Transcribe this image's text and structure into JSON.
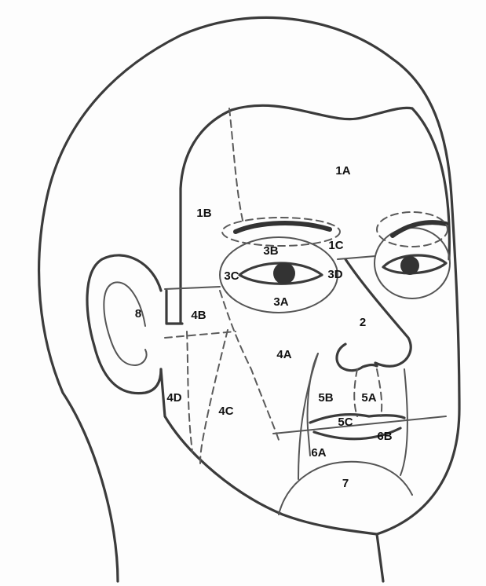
{
  "zones": [
    {
      "id": "1A",
      "label": "1A"
    },
    {
      "id": "1B",
      "label": "1B"
    },
    {
      "id": "1C",
      "label": "1C"
    },
    {
      "id": "2",
      "label": "2"
    },
    {
      "id": "3A",
      "label": "3A"
    },
    {
      "id": "3B",
      "label": "3B"
    },
    {
      "id": "3C",
      "label": "3C"
    },
    {
      "id": "3D",
      "label": "3D"
    },
    {
      "id": "4A",
      "label": "4A"
    },
    {
      "id": "4B",
      "label": "4B"
    },
    {
      "id": "4C",
      "label": "4C"
    },
    {
      "id": "4D",
      "label": "4D"
    },
    {
      "id": "5A",
      "label": "5A"
    },
    {
      "id": "5B",
      "label": "5B"
    },
    {
      "id": "5C",
      "label": "5C"
    },
    {
      "id": "6A",
      "label": "6A"
    },
    {
      "id": "6B",
      "label": "6B"
    },
    {
      "id": "7",
      "label": "7"
    },
    {
      "id": "8",
      "label": "8"
    }
  ]
}
